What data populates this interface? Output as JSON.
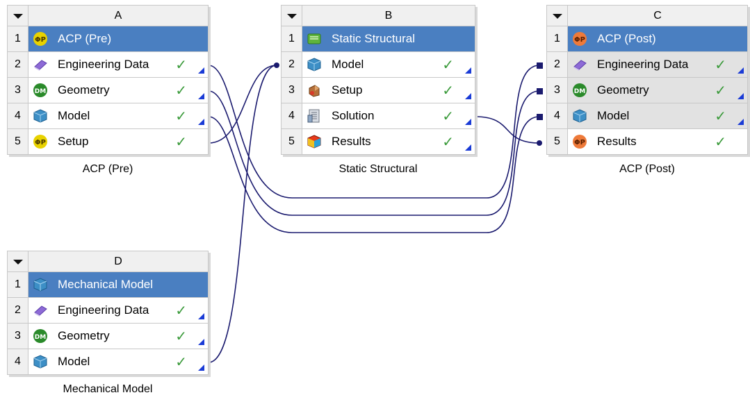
{
  "systems": {
    "A": {
      "letter": "A",
      "caption": "ACP (Pre)",
      "rows": [
        {
          "num": "1",
          "label": "ACP (Pre)",
          "icon": "acp-pre-icon"
        },
        {
          "num": "2",
          "label": "Engineering Data",
          "icon": "engineering-data-icon",
          "state": "up-to-date"
        },
        {
          "num": "3",
          "label": "Geometry",
          "icon": "geometry-dm-icon",
          "state": "up-to-date"
        },
        {
          "num": "4",
          "label": "Model",
          "icon": "model-icon",
          "state": "up-to-date"
        },
        {
          "num": "5",
          "label": "Setup",
          "icon": "acp-setup-icon",
          "state": "up-to-date"
        }
      ]
    },
    "B": {
      "letter": "B",
      "caption": "Static Structural",
      "rows": [
        {
          "num": "1",
          "label": "Static Structural",
          "icon": "static-structural-icon"
        },
        {
          "num": "2",
          "label": "Model",
          "icon": "model-icon",
          "state": "up-to-date"
        },
        {
          "num": "3",
          "label": "Setup",
          "icon": "setup-icon",
          "state": "up-to-date"
        },
        {
          "num": "4",
          "label": "Solution",
          "icon": "solution-icon",
          "state": "up-to-date"
        },
        {
          "num": "5",
          "label": "Results",
          "icon": "results-icon",
          "state": "up-to-date"
        }
      ]
    },
    "C": {
      "letter": "C",
      "caption": "ACP (Post)",
      "rows": [
        {
          "num": "1",
          "label": "ACP (Post)",
          "icon": "acp-post-icon"
        },
        {
          "num": "2",
          "label": "Engineering Data",
          "icon": "engineering-data-icon",
          "state": "up-to-date"
        },
        {
          "num": "3",
          "label": "Geometry",
          "icon": "geometry-dm-icon",
          "state": "up-to-date"
        },
        {
          "num": "4",
          "label": "Model",
          "icon": "model-icon",
          "state": "up-to-date"
        },
        {
          "num": "5",
          "label": "Results",
          "icon": "acp-results-icon",
          "state": "up-to-date"
        }
      ]
    },
    "D": {
      "letter": "D",
      "caption": "Mechanical Model",
      "rows": [
        {
          "num": "1",
          "label": "Mechanical Model",
          "icon": "mechanical-model-icon"
        },
        {
          "num": "2",
          "label": "Engineering Data",
          "icon": "engineering-data-icon",
          "state": "up-to-date"
        },
        {
          "num": "3",
          "label": "Geometry",
          "icon": "geometry-dm-icon",
          "state": "up-to-date"
        },
        {
          "num": "4",
          "label": "Model",
          "icon": "model-icon",
          "state": "up-to-date"
        }
      ]
    }
  },
  "glyphs": {
    "check": "✓"
  },
  "colors": {
    "title_bar": "#4a7fc1",
    "link_line": "#1a1a6e",
    "check": "#3a9a3a",
    "corner": "#1a3bd6"
  }
}
